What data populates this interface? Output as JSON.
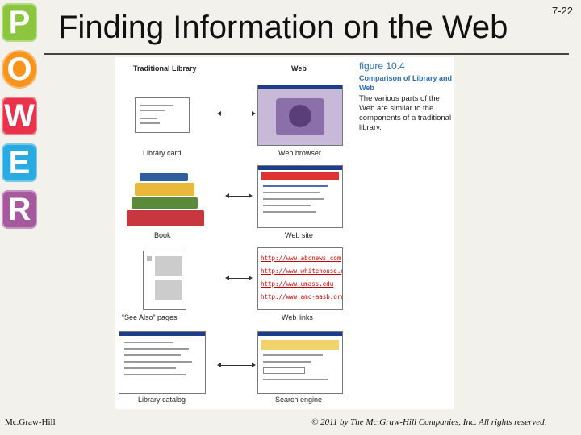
{
  "sidebar": {
    "letters": [
      {
        "char": "P",
        "color": "#8cc63f"
      },
      {
        "char": "O",
        "color": "#f7941d"
      },
      {
        "char": "W",
        "color": "#e8334a"
      },
      {
        "char": "E",
        "color": "#29abe2"
      },
      {
        "char": "R",
        "color": "#a55a9e"
      }
    ]
  },
  "header": {
    "title": "Finding Information on the Web",
    "slide_number": "7-22"
  },
  "figure": {
    "column_left": "Traditional Library",
    "column_right": "Web",
    "number": "figure 10.4",
    "title": "Comparison of Library and Web",
    "description": "The various parts of the Web are similar to the components of a traditional library.",
    "rows": [
      {
        "left_caption": "Library card",
        "right_caption": "Web browser"
      },
      {
        "left_caption": "Book",
        "right_caption": "Web site"
      },
      {
        "left_caption": "“See Also” pages",
        "right_caption": "Web links"
      },
      {
        "left_caption": "Library catalog",
        "right_caption": "Search engine"
      }
    ],
    "links": [
      "http://www.abcnews.com",
      "http://www.whitehouse.gov",
      "http://www.umass.edu",
      "http://www.amc-aasb.org"
    ],
    "colors": {
      "accent": "#2a6fb5",
      "link": "#c00000"
    }
  },
  "footer": {
    "publisher": "Mc.Graw-Hill",
    "copyright": "© 2011 by The Mc.Graw-Hill Companies, Inc. All rights reserved."
  }
}
